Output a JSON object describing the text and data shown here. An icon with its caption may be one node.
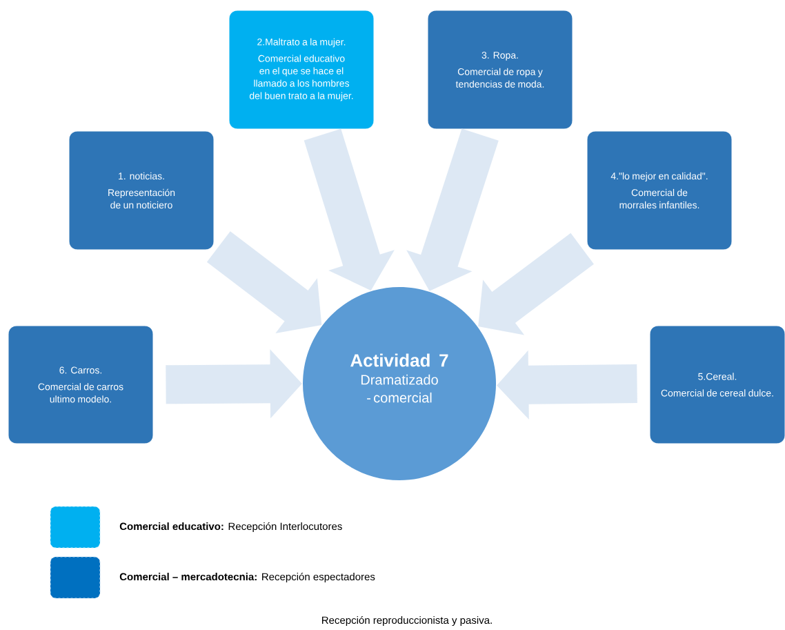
{
  "diagram": {
    "nodes": [
      {
        "text": [
          "2.Maltrato a la mujer.",
          "Comercial educativo en el que se hace el llamado a los hombres del buen trato a la mujer."
        ]
      },
      {
        "text": [
          "3.  Ropa.",
          "Comercial de ropa y tendencias de moda."
        ]
      },
      {
        "text": [
          "1. noticias.",
          "Representación de un noticiero"
        ]
      },
      {
        "text": [
          "4.\"lo mejor en calidad\".",
          "Comercial de morrales infantiles."
        ]
      },
      {
        "text": [
          "6. Carros.",
          "Comercial de carros ultimo modelo."
        ]
      },
      {
        "text": [
          "5.Cereal.",
          "Comercial de cereal dulce."
        ]
      },
      {
        "text": [
          "Actividad 7",
          "Dramatizado - comercial"
        ]
      }
    ],
    "edges": [
      {
        "from": 2,
        "to": 6,
        "arrow": "to"
      },
      {
        "from": 0,
        "to": 6,
        "arrow": "to"
      },
      {
        "from": 1,
        "to": 6,
        "arrow": "to"
      },
      {
        "from": 3,
        "to": 6,
        "arrow": "to"
      },
      {
        "from": 4,
        "to": 6,
        "arrow": "to"
      },
      {
        "from": 5,
        "to": 6,
        "arrow": "to"
      }
    ],
    "labels": [
      "Recepción reproduccionista y pasiva."
    ],
    "legend": [
      {
        "text": "**Comercial educativo:** Recepción Interlocutores",
        "color": "#00b0f0"
      },
      {
        "text": "**Comercial – mercadotecnia:** Recepción espectadores",
        "color": "#0070c0"
      }
    ]
  }
}
